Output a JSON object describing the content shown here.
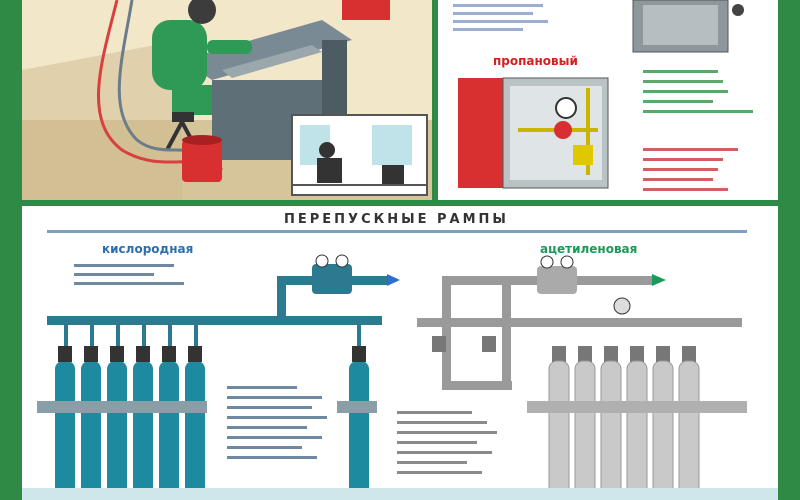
{
  "cabinet": {
    "title": "пропановый"
  },
  "ramps": {
    "title": "ПЕРЕПУСКНЫЕ РАМПЫ",
    "oxygen_label": "кислородная",
    "acetylene_label": "ацетиленовая"
  },
  "colors": {
    "frame_green": "#2f8a45",
    "oxygen_cylinder": "#1e8aa0",
    "acetylene_cylinder": "#c9c9c9",
    "propane_cabinet": "#d83030",
    "pipe_oxygen": "#2c7a90",
    "pipe_acetylene": "#9a9a9a"
  },
  "icons": [
    "welder-figure",
    "gas-cylinder",
    "pressure-gauge",
    "flow-arrow",
    "valve",
    "cabinet"
  ]
}
